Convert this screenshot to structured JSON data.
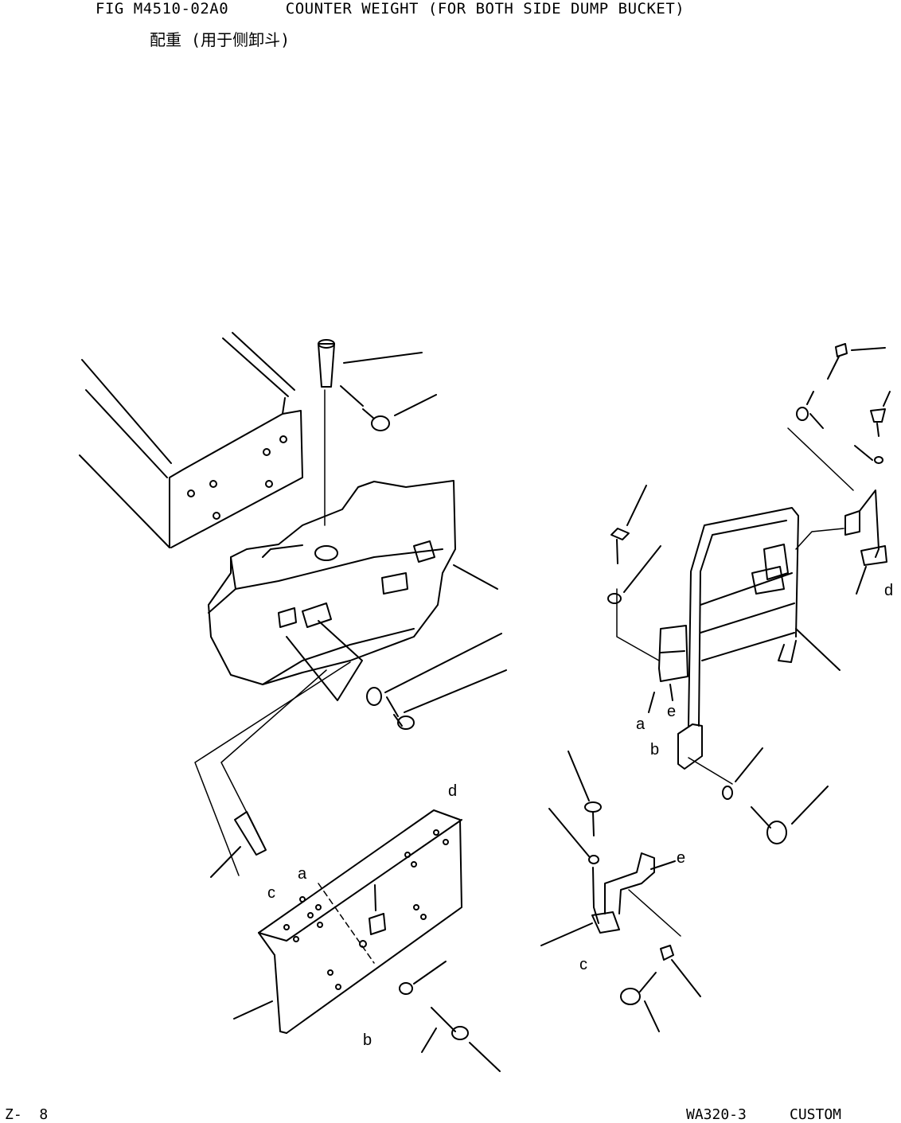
{
  "header": {
    "figure": "FIG M4510-02A0",
    "title": "COUNTER WEIGHT (FOR BOTH SIDE DUMP BUCKET)",
    "subtitle": "配重 (用于侧卸斗)"
  },
  "footer": {
    "page": "Z-  8",
    "model": "WA320-3",
    "edition": "CUSTOM"
  },
  "callouts": {
    "a": "a",
    "b": "b",
    "c": "c",
    "d": "d",
    "e": "e"
  },
  "colors": {
    "ink": "#000000",
    "paper": "#ffffff"
  }
}
